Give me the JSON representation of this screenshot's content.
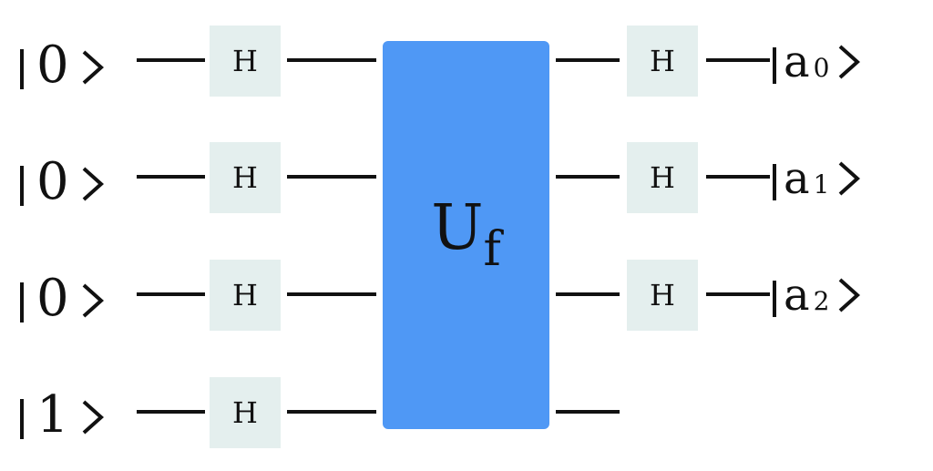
{
  "colors": {
    "gate_fill": "#e4efee",
    "oracle_fill": "#4f98f5",
    "wire": "#111111"
  },
  "inputs": [
    {
      "state": "0"
    },
    {
      "state": "0"
    },
    {
      "state": "0"
    },
    {
      "state": "1"
    }
  ],
  "input_gates": [
    "H",
    "H",
    "H",
    "H"
  ],
  "oracle": {
    "base": "U",
    "subscript": "f"
  },
  "output_gates": [
    "H",
    "H",
    "H"
  ],
  "outputs": [
    {
      "symbol": "a",
      "index": "0"
    },
    {
      "symbol": "a",
      "index": "1"
    },
    {
      "symbol": "a",
      "index": "2"
    }
  ]
}
